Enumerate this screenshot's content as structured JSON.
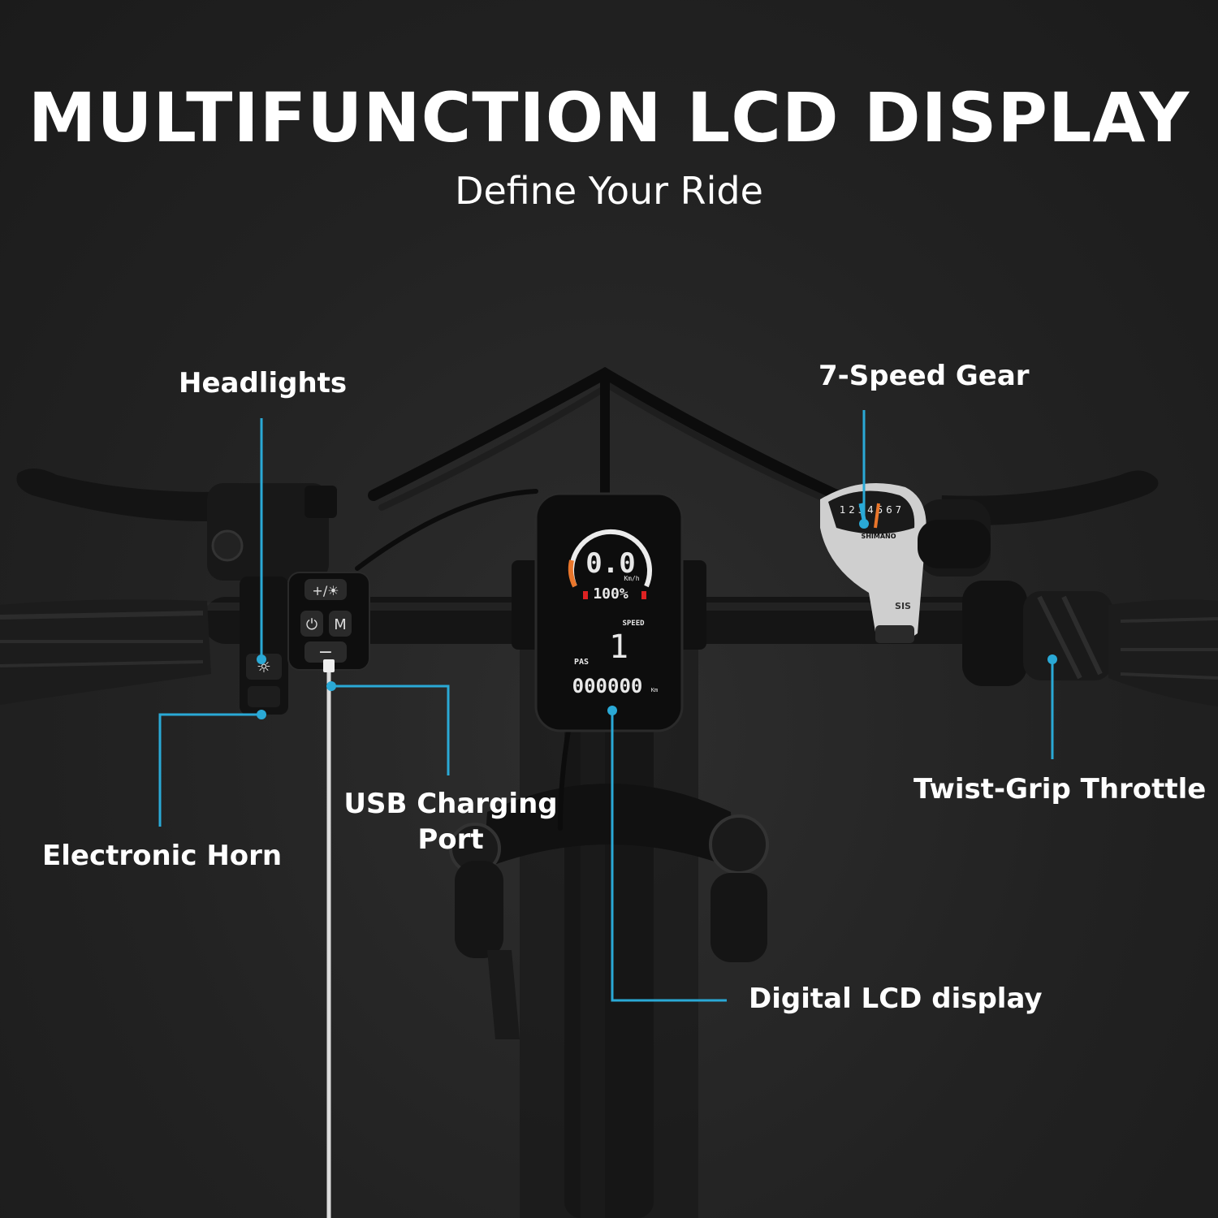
{
  "header": {
    "title": "MULTIFUNCTION LCD DISPLAY",
    "subtitle": "Define Your Ride"
  },
  "callouts": {
    "headlights": "Headlights",
    "gear": "7-Speed Gear",
    "horn": "Electronic Horn",
    "usb_line1": "USB Charging",
    "usb_line2": "Port",
    "throttle": "Twist-Grip Throttle",
    "lcd": "Digital LCD display"
  },
  "lcd": {
    "speed": "0.0",
    "speed_unit": "Km/h",
    "battery": "100%",
    "speed_label": "SPEED",
    "pas_label": "PAS",
    "pas_level": "1",
    "odometer": "000000",
    "odo_unit": "Km"
  },
  "controller": {
    "plus_light": "+/☀",
    "power": "⏻",
    "mode": "M",
    "minus": "−"
  },
  "shifter": {
    "brand": "SHIMANO",
    "gears": [
      "1",
      "2",
      "3",
      "4",
      "5",
      "6",
      "7"
    ],
    "sis": "SIS"
  },
  "colors": {
    "accent": "#2aa9d6",
    "background": "#232323",
    "text": "#ffffff"
  }
}
